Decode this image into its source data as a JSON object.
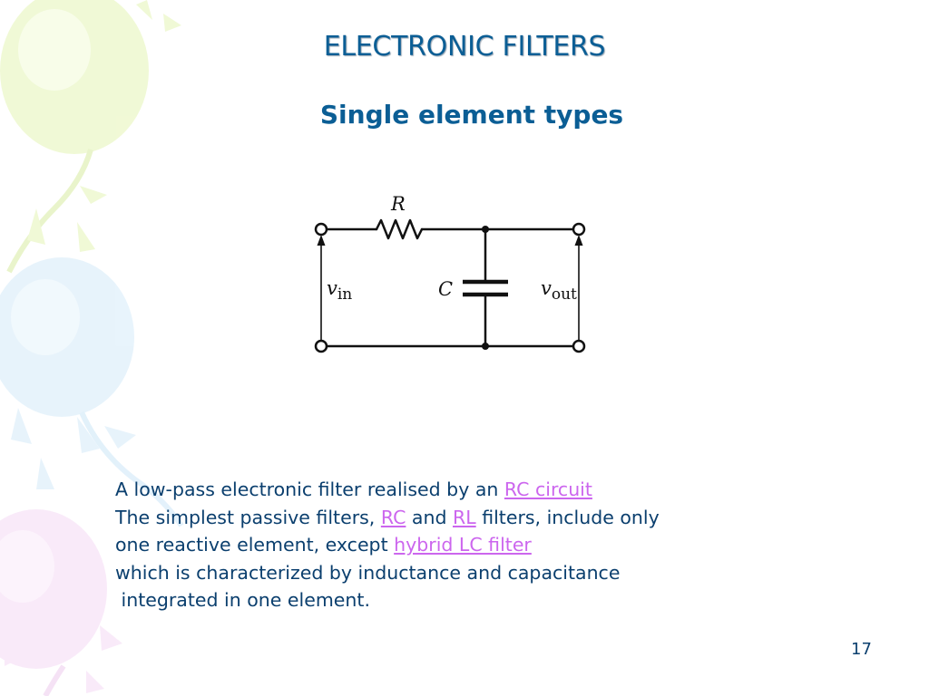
{
  "slide": {
    "title": "ELECTRONIC FILTERS",
    "subtitle": "Single element types",
    "page_number": "17"
  },
  "circuit": {
    "resistor_label": "R",
    "capacitor_label": "C",
    "vin_symbol": "v",
    "vin_sub": "in",
    "vout_symbol": "v",
    "vout_sub": "out"
  },
  "body": {
    "line1_text": "A low-pass electronic filter realised by an ",
    "line1_link": "RC circuit",
    "line2_text_a": "The simplest passive filters, ",
    "line2_link_rc": "RC",
    "line2_text_b": " and ",
    "line2_link_rl": "RL",
    "line2_text_c": " filters, include only",
    "line3_text": "one reactive element, except ",
    "line3_link": "hybrid LC filter",
    "line4_text": "which is characterized by inductance and capacitance",
    "line5_text": " integrated in one element."
  },
  "colors": {
    "title": "#0b5e95",
    "text": "#0b3f6e",
    "link": "#cc66ee"
  }
}
